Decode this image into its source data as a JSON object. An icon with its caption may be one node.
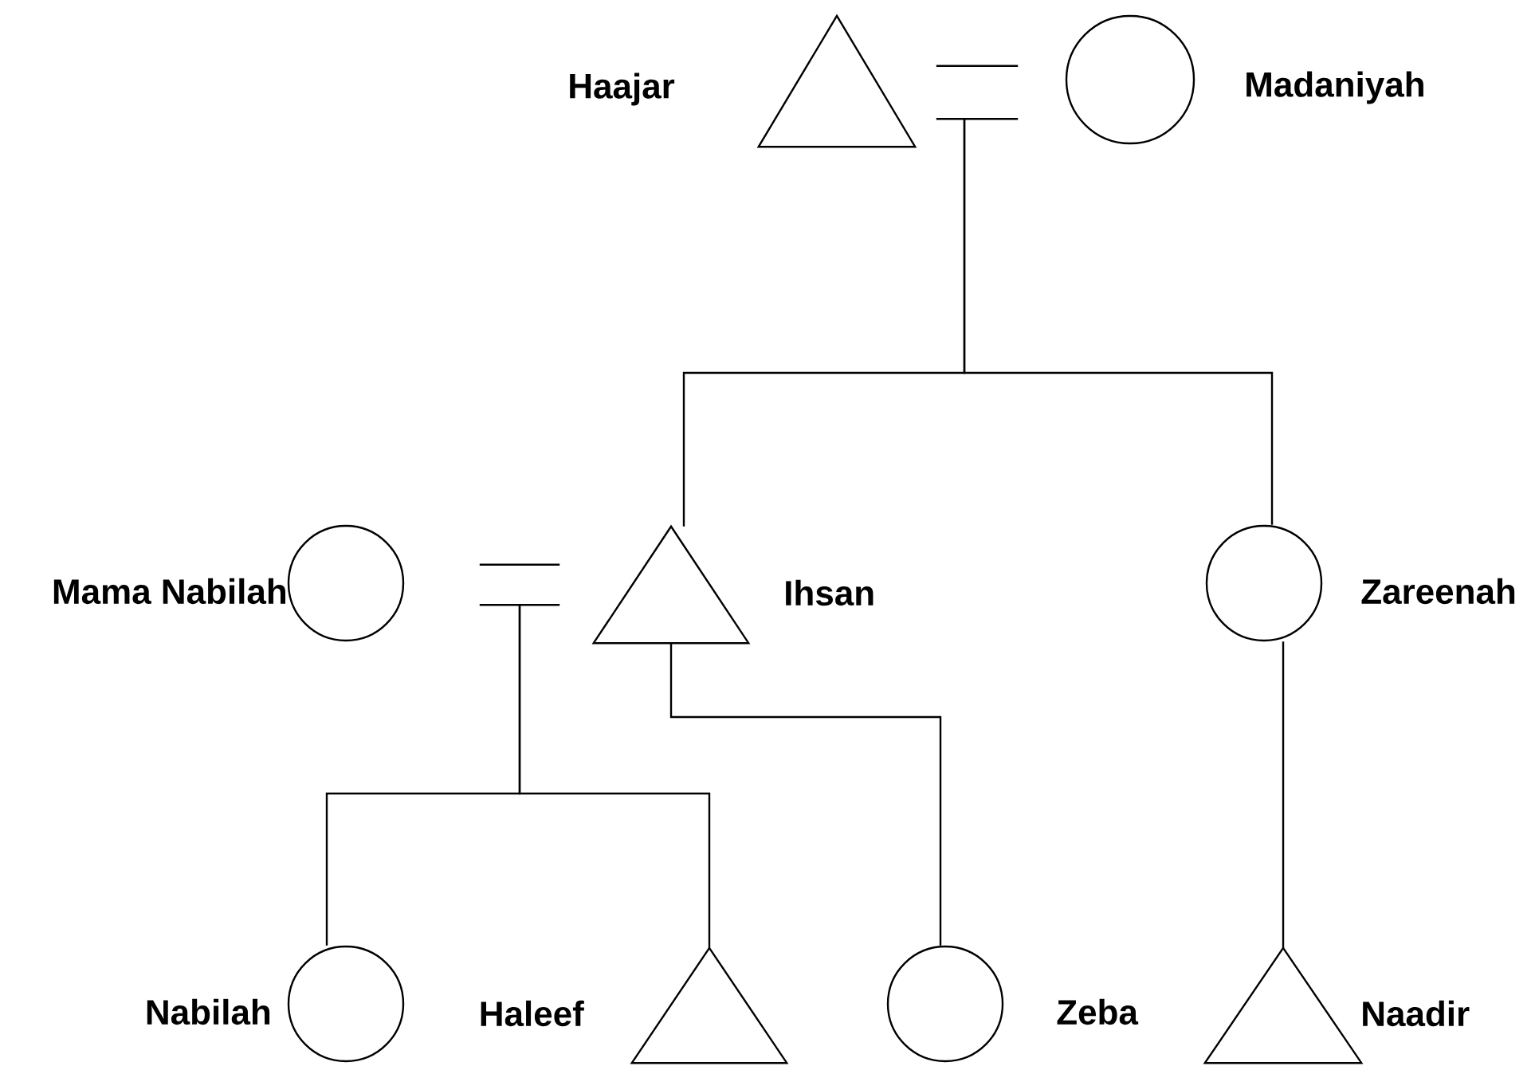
{
  "diagram": {
    "nodes": [
      {
        "text": [],
        "shape": "triangle",
        "beside": [
          "Haajar"
        ]
      },
      {
        "text": [],
        "shape": "circle",
        "beside": [
          "Madaniyah"
        ]
      },
      {
        "text": [],
        "shape": "circle",
        "beside": [
          "Mama Nabilah"
        ]
      },
      {
        "text": [],
        "shape": "triangle",
        "beside": [
          "Ihsan"
        ]
      },
      {
        "text": [],
        "shape": "circle",
        "beside": [
          "Zareenah"
        ]
      },
      {
        "text": [],
        "shape": "circle",
        "beside": [
          "Nabilah"
        ]
      },
      {
        "text": [],
        "shape": "triangle",
        "beside": [
          "Haleef"
        ]
      },
      {
        "text": [],
        "shape": "circle",
        "beside": [
          "Zeba"
        ]
      },
      {
        "text": [],
        "shape": "triangle",
        "beside": [
          "Naadir"
        ]
      },
      {
        "text": [],
        "shape": "equals"
      },
      {
        "text": [],
        "shape": "equals"
      }
    ],
    "edges": [
      {
        "from": 9,
        "to": 3,
        "arrow": "none"
      },
      {
        "from": 9,
        "to": 4,
        "arrow": "none"
      },
      {
        "from": 10,
        "to": 5,
        "arrow": "none"
      },
      {
        "from": 10,
        "to": 6,
        "arrow": "none"
      },
      {
        "from": 3,
        "to": 7,
        "arrow": "none"
      },
      {
        "from": 4,
        "to": 8,
        "arrow": "none"
      }
    ]
  }
}
